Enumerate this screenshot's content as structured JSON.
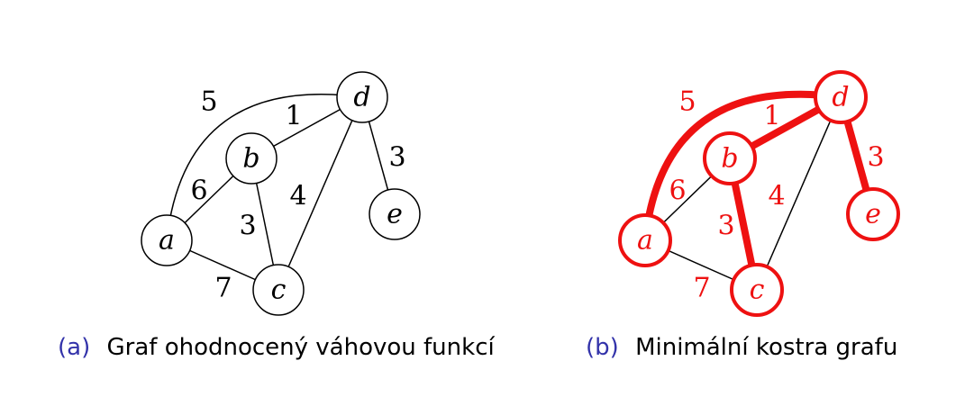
{
  "colors": {
    "plain": "#000000",
    "highlight": "#ee1111",
    "subfig_tag": "#3333aa"
  },
  "graphs": [
    {
      "caption_tag": "(a)",
      "caption_text": "Graf ohodnocený váhovou funkcí",
      "highlighted": false,
      "nodes": [
        {
          "id": "a",
          "label": "a"
        },
        {
          "id": "b",
          "label": "b"
        },
        {
          "id": "c",
          "label": "c"
        },
        {
          "id": "d",
          "label": "d"
        },
        {
          "id": "e",
          "label": "e"
        }
      ],
      "edges": [
        {
          "from": "a",
          "to": "d",
          "weight": "5",
          "in_tree": false
        },
        {
          "from": "b",
          "to": "d",
          "weight": "1",
          "in_tree": false
        },
        {
          "from": "a",
          "to": "b",
          "weight": "6",
          "in_tree": false
        },
        {
          "from": "b",
          "to": "c",
          "weight": "3",
          "in_tree": false
        },
        {
          "from": "c",
          "to": "d",
          "weight": "4",
          "in_tree": false
        },
        {
          "from": "d",
          "to": "e",
          "weight": "3",
          "in_tree": false
        },
        {
          "from": "a",
          "to": "c",
          "weight": "7",
          "in_tree": false
        }
      ]
    },
    {
      "caption_tag": "(b)",
      "caption_text": "Minimální kostra grafu",
      "highlighted": true,
      "nodes": [
        {
          "id": "a",
          "label": "a"
        },
        {
          "id": "b",
          "label": "b"
        },
        {
          "id": "c",
          "label": "c"
        },
        {
          "id": "d",
          "label": "d"
        },
        {
          "id": "e",
          "label": "e"
        }
      ],
      "edges": [
        {
          "from": "a",
          "to": "d",
          "weight": "5",
          "in_tree": true
        },
        {
          "from": "b",
          "to": "d",
          "weight": "1",
          "in_tree": true
        },
        {
          "from": "a",
          "to": "b",
          "weight": "6",
          "in_tree": false
        },
        {
          "from": "b",
          "to": "c",
          "weight": "3",
          "in_tree": true
        },
        {
          "from": "c",
          "to": "d",
          "weight": "4",
          "in_tree": false
        },
        {
          "from": "d",
          "to": "e",
          "weight": "3",
          "in_tree": true
        },
        {
          "from": "a",
          "to": "c",
          "weight": "7",
          "in_tree": false
        }
      ]
    }
  ]
}
